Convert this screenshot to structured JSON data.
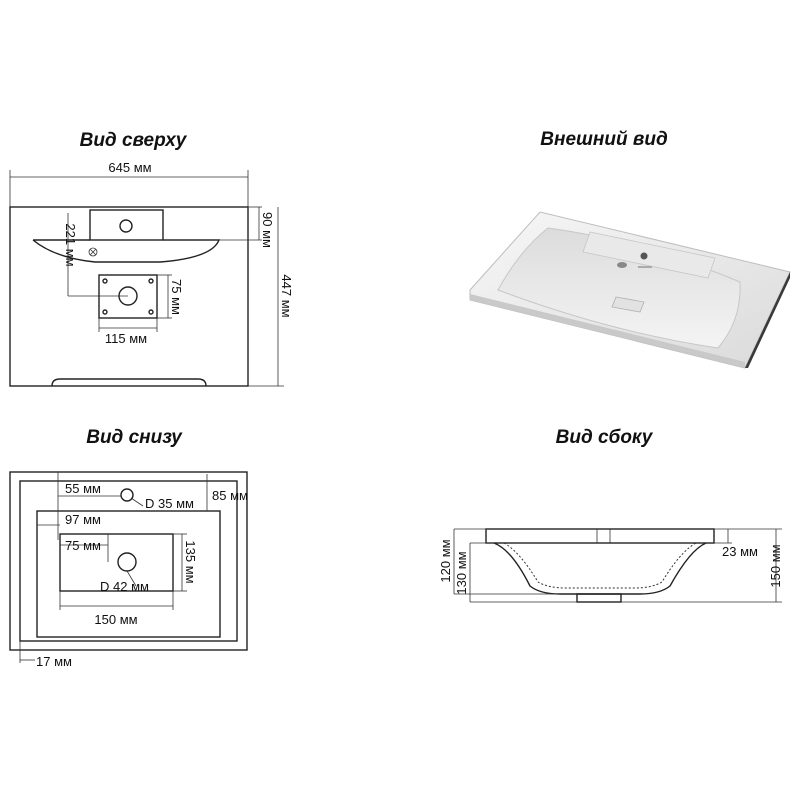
{
  "views": {
    "top": {
      "title": "Вид сверху",
      "width": "645 мм",
      "depth": "447 мм",
      "ledge": "90 мм",
      "hole_offset": "221 мм",
      "drain_w": "115 мм",
      "drain_h": "75 мм"
    },
    "exterior": {
      "title": "Внешний вид"
    },
    "bottom": {
      "title": "Вид снизу",
      "d55": "55 мм",
      "d35": "D 35 мм",
      "d85": "85 мм",
      "d97": "97 мм",
      "d75": "75 мм",
      "d135": "135 мм",
      "d42": "D 42 мм",
      "d150": "150 мм",
      "d17": "17 мм"
    },
    "side": {
      "title": "Вид сбоку",
      "h120": "120 мм",
      "h130": "130 мм",
      "d23": "23 мм",
      "h150": "150 мм"
    }
  },
  "colors": {
    "line": "#222222",
    "sink": "#ececec",
    "sink_shade": "#d8d8d8"
  }
}
